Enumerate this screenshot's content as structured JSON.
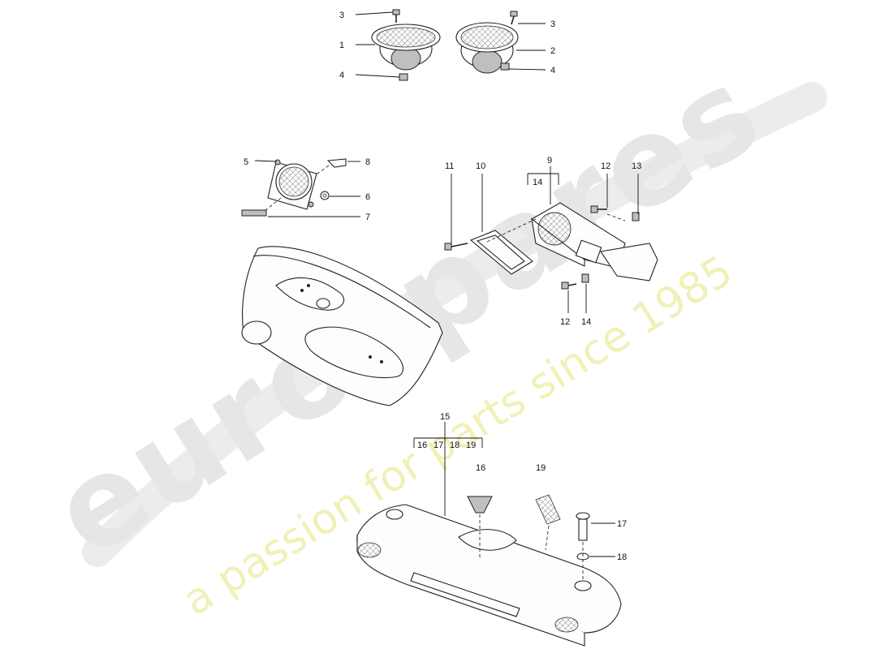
{
  "watermark": {
    "brand": "eurospares",
    "tagline": "a passion for parts since 1985"
  },
  "callouts": [
    {
      "id": "c1",
      "text": "1"
    },
    {
      "id": "c2",
      "text": "2"
    },
    {
      "id": "c3a",
      "text": "3"
    },
    {
      "id": "c3b",
      "text": "3"
    },
    {
      "id": "c4a",
      "text": "4"
    },
    {
      "id": "c4b",
      "text": "4"
    },
    {
      "id": "c5",
      "text": "5"
    },
    {
      "id": "c6",
      "text": "6"
    },
    {
      "id": "c7",
      "text": "7"
    },
    {
      "id": "c8",
      "text": "8"
    },
    {
      "id": "c9",
      "text": "9"
    },
    {
      "id": "c10",
      "text": "10"
    },
    {
      "id": "c11",
      "text": "11"
    },
    {
      "id": "c12a",
      "text": "12"
    },
    {
      "id": "c12b",
      "text": "12"
    },
    {
      "id": "c13",
      "text": "13"
    },
    {
      "id": "c14a",
      "text": "14"
    },
    {
      "id": "c14b",
      "text": "14"
    },
    {
      "id": "c15",
      "text": "15"
    },
    {
      "id": "c16a",
      "text": "16"
    },
    {
      "id": "c17a",
      "text": "17"
    },
    {
      "id": "c18a",
      "text": "18"
    },
    {
      "id": "c19a",
      "text": "19"
    },
    {
      "id": "c16b",
      "text": "16"
    },
    {
      "id": "c19b",
      "text": "19"
    },
    {
      "id": "c17b",
      "text": "17"
    },
    {
      "id": "c18b",
      "text": "18"
    }
  ]
}
